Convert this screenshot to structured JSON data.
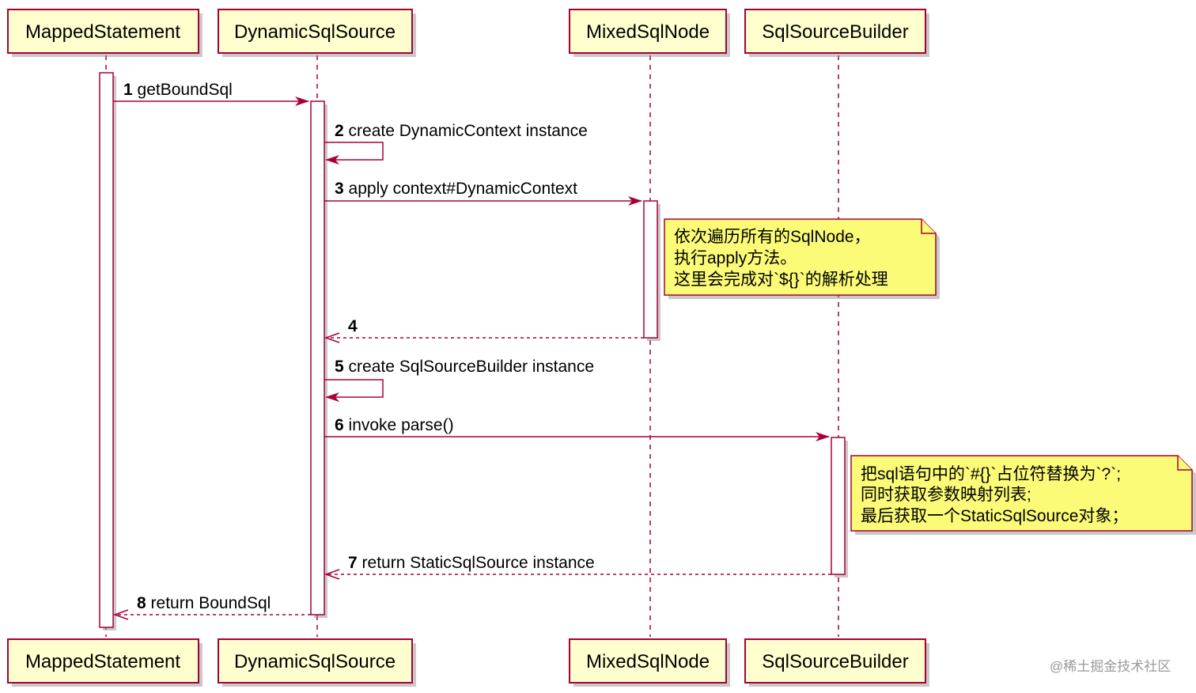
{
  "participants": [
    "MappedStatement",
    "DynamicSqlSource",
    "MixedSqlNode",
    "SqlSourceBuilder"
  ],
  "messages": [
    {
      "num": "1",
      "text": "getBoundSql",
      "style": "solid"
    },
    {
      "num": "2",
      "text": "create DynamicContext instance",
      "style": "self"
    },
    {
      "num": "3",
      "text": "apply context#DynamicContext",
      "style": "solid"
    },
    {
      "num": "4",
      "text": "",
      "style": "dashed"
    },
    {
      "num": "5",
      "text": "create SqlSourceBuilder instance",
      "style": "self"
    },
    {
      "num": "6",
      "text": "invoke parse()",
      "style": "solid"
    },
    {
      "num": "7",
      "text": "return StaticSqlSource instance",
      "style": "dashed"
    },
    {
      "num": "8",
      "text": "return BoundSql",
      "style": "dashed"
    }
  ],
  "notes": [
    {
      "lines": [
        "依次遍历所有的SqlNode，",
        "执行apply方法。",
        "这里会完成对`${}`的解析处理"
      ]
    },
    {
      "lines": [
        "把sql语句中的`#{}`占位符替换为`?`;",
        "同时获取参数映射列表;",
        "最后获取一个StaticSqlSource对象；"
      ]
    }
  ],
  "watermark": "@稀土掘金技术社区",
  "colors": {
    "participant_bg": "#FEFECE",
    "border": "#A80036",
    "note_bg": "#FBFB77"
  }
}
